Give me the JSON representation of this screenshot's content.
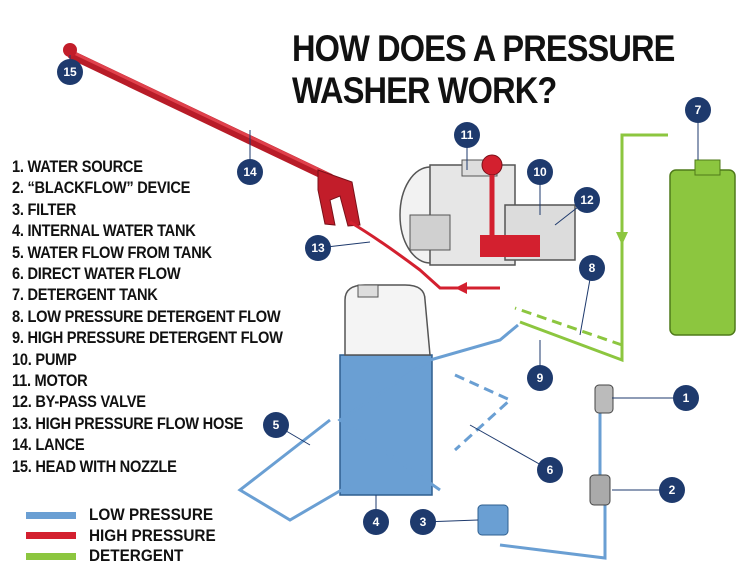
{
  "title": {
    "line1": "HOW DOES A PRESSURE",
    "line2": "WASHER WORK?"
  },
  "items": [
    "1. WATER SOURCE",
    "2. “BLACKFLOW” DEVICE",
    "3. FILTER",
    "4. INTERNAL WATER TANK",
    "5. WATER FLOW FROM TANK",
    "6. DIRECT WATER FLOW",
    "7. DETERGENT TANK",
    "8. LOW PRESSURE DETERGENT FLOW",
    "9. HIGH PRESSURE DETERGENT FLOW",
    "10. PUMP",
    "11. MOTOR",
    "12. BY-PASS VALVE",
    "13. HIGH PRESSURE FLOW HOSE",
    "14. LANCE",
    "15. HEAD WITH NOZZLE"
  ],
  "legend": [
    {
      "label": "LOW PRESSURE",
      "color": "#6a9fd3"
    },
    {
      "label": "HIGH PRESSURE",
      "color": "#d3202f"
    },
    {
      "label": "DETERGENT",
      "color": "#8cc63f"
    }
  ],
  "badges": {
    "b1": "1",
    "b2": "2",
    "b3": "3",
    "b4": "4",
    "b5": "5",
    "b6": "6",
    "b7": "7",
    "b8": "8",
    "b9": "9",
    "b10": "10",
    "b11": "11",
    "b12": "12",
    "b13": "13",
    "b14": "14",
    "b15": "15"
  },
  "colors": {
    "badge": "#1e3a6d",
    "low": "#6a9fd3",
    "high": "#d3202f",
    "detergent": "#8cc63f"
  }
}
